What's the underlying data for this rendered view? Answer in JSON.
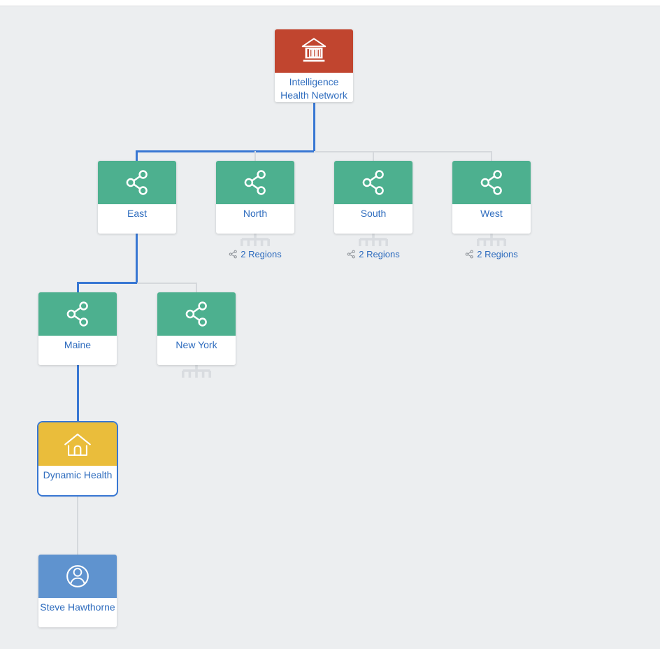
{
  "page": {
    "background_color": "#eceef0",
    "top_bar_color": "#ffffff"
  },
  "palette": {
    "organization_red": "#c1452f",
    "region_green": "#4db08f",
    "practice_yellow": "#eabd3b",
    "person_blue": "#5f93cf",
    "label_blue": "#2e6cbe",
    "active_connector_blue": "#3877d3",
    "inactive_connector_gray": "#d5d8dc"
  },
  "org_chart": {
    "root": {
      "label": "Intelligence Health Network",
      "icon": "bank-icon",
      "expanded": true
    },
    "regions": [
      {
        "id": "east",
        "label": "East",
        "icon": "share-hierarchy-icon",
        "expanded": true
      },
      {
        "id": "north",
        "label": "North",
        "icon": "share-hierarchy-icon",
        "expanded": false,
        "badge": "2 Regions"
      },
      {
        "id": "south",
        "label": "South",
        "icon": "share-hierarchy-icon",
        "expanded": false,
        "badge": "2 Regions"
      },
      {
        "id": "west",
        "label": "West",
        "icon": "share-hierarchy-icon",
        "expanded": false,
        "badge": "2 Regions"
      }
    ],
    "subregions": [
      {
        "id": "maine",
        "label": "Maine",
        "icon": "share-hierarchy-icon",
        "expanded": true
      },
      {
        "id": "new_york",
        "label": "New York",
        "icon": "share-hierarchy-icon",
        "expanded": false
      }
    ],
    "practice": {
      "label": "Dynamic Health",
      "icon": "home-icon",
      "selected": true,
      "expanded": true
    },
    "person": {
      "label": "Steve Hawthorne",
      "icon": "person-icon"
    }
  }
}
